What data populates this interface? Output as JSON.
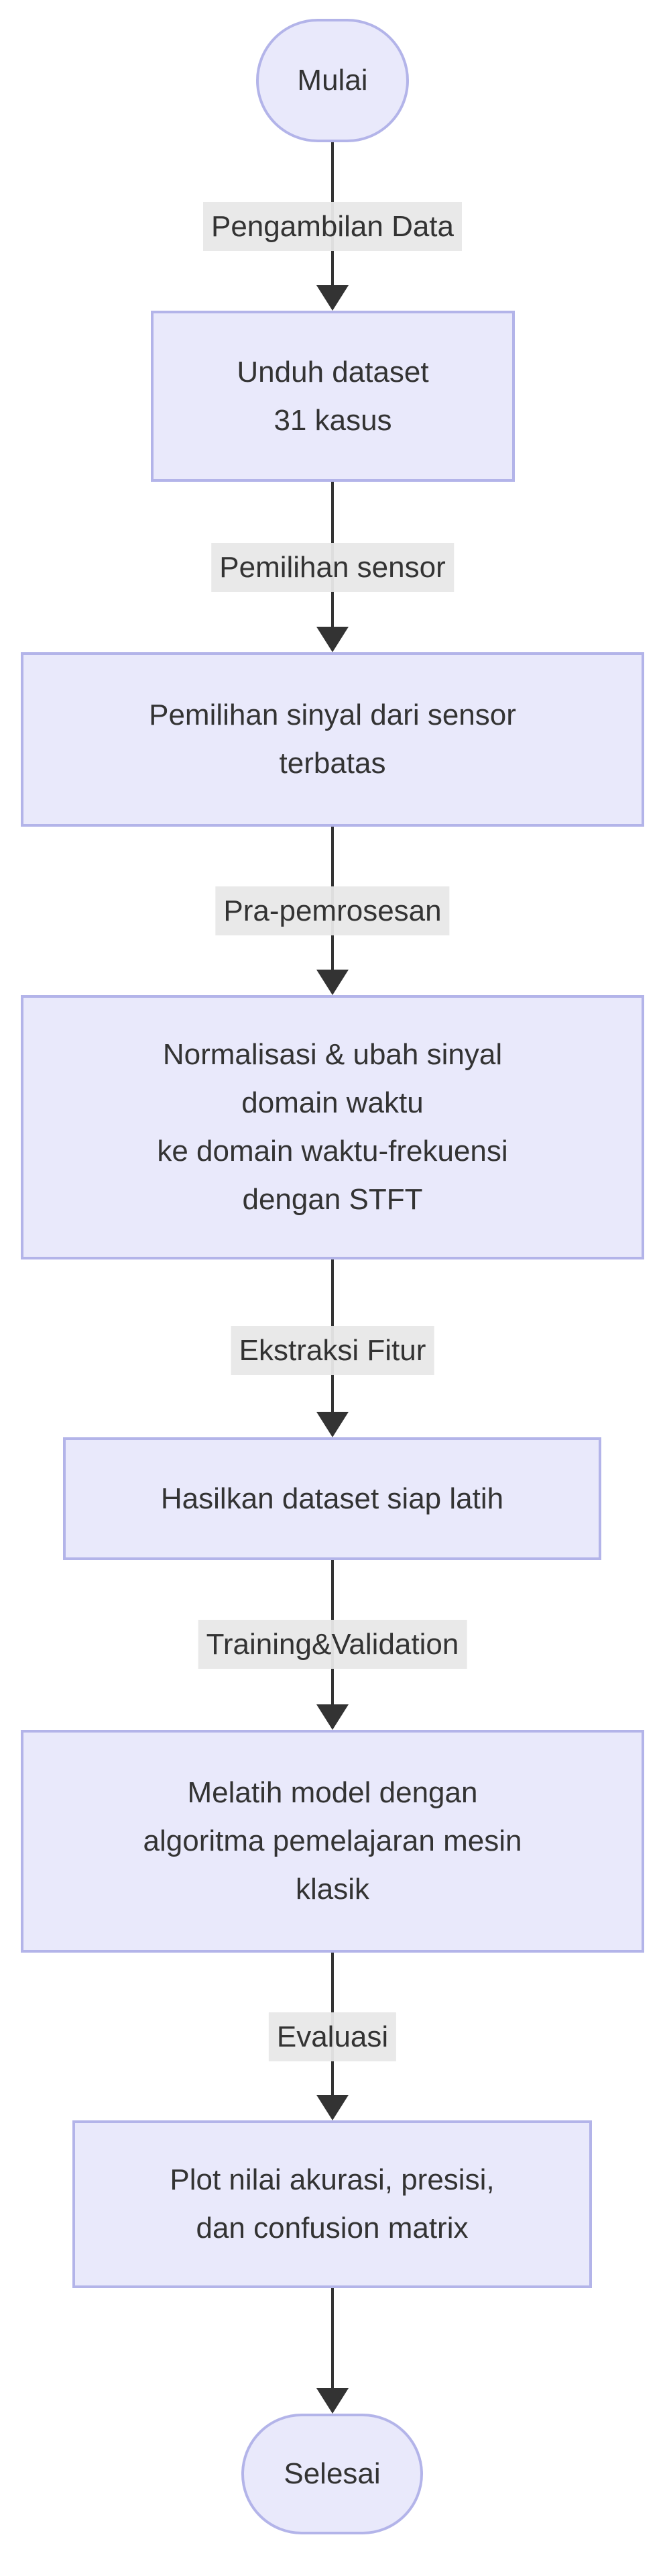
{
  "diagram": {
    "type": "flowchart",
    "direction": "top-down",
    "colors": {
      "background": "#ffffff",
      "node_fill": "#e9e9fb",
      "node_border": "#b3b4e9",
      "edge_color": "#333333",
      "edge_label_bg": "#e8e8e8",
      "text_color": "#333333"
    },
    "nodes": [
      {
        "id": "start",
        "shape": "stadium",
        "label": "Mulai"
      },
      {
        "id": "unduh-dataset",
        "shape": "rect",
        "label": "Unduh dataset\n31 kasus"
      },
      {
        "id": "pemilihan-sinyal",
        "shape": "rect",
        "label": "Pemilihan sinyal dari sensor\nterbatas"
      },
      {
        "id": "normalisasi-stft",
        "shape": "rect",
        "label": "Normalisasi & ubah sinyal\ndomain waktu\nke domain waktu-frekuensi\ndengan STFT"
      },
      {
        "id": "hasilkan-dataset",
        "shape": "rect",
        "label": "Hasilkan dataset siap latih"
      },
      {
        "id": "melatih-model",
        "shape": "rect",
        "label": "Melatih model dengan\nalgoritma pemelajaran mesin\nklasik"
      },
      {
        "id": "plot-evaluasi",
        "shape": "rect",
        "label": "Plot nilai akurasi, presisi,\ndan confusion matrix"
      },
      {
        "id": "end",
        "shape": "stadium",
        "label": "Selesai"
      }
    ],
    "edges": [
      {
        "from": "start",
        "to": "unduh-dataset",
        "label": "Pengambilan Data"
      },
      {
        "from": "unduh-dataset",
        "to": "pemilihan-sinyal",
        "label": "Pemilihan sensor"
      },
      {
        "from": "pemilihan-sinyal",
        "to": "normalisasi-stft",
        "label": "Pra-pemrosesan"
      },
      {
        "from": "normalisasi-stft",
        "to": "hasilkan-dataset",
        "label": "Ekstraksi Fitur"
      },
      {
        "from": "hasilkan-dataset",
        "to": "melatih-model",
        "label": "Training&Validation"
      },
      {
        "from": "melatih-model",
        "to": "plot-evaluasi",
        "label": "Evaluasi"
      },
      {
        "from": "plot-evaluasi",
        "to": "end",
        "label": ""
      }
    ]
  }
}
